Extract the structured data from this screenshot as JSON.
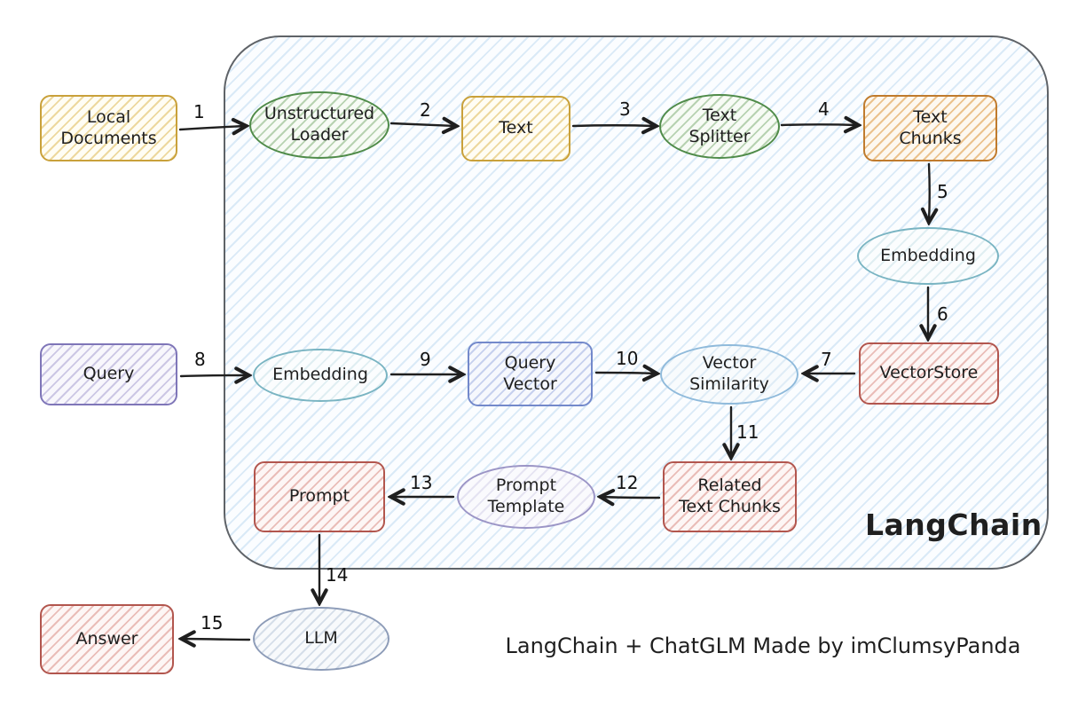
{
  "diagram": {
    "container_label": "LangChain",
    "caption": "LangChain + ChatGLM Made by imClumsyPanda"
  },
  "nodes": {
    "local_documents": {
      "label": "Local\nDocuments",
      "shape": "rect",
      "color": "#c9a13b"
    },
    "unstructured_loader": {
      "label": "Unstructured\nLoader",
      "shape": "ellipse",
      "color": "#4f8b49"
    },
    "text": {
      "label": "Text",
      "shape": "rect",
      "color": "#c9a13b"
    },
    "text_splitter": {
      "label": "Text\nSplitter",
      "shape": "ellipse",
      "color": "#4f8b49"
    },
    "text_chunks": {
      "label": "Text\nChunks",
      "shape": "rect",
      "color": "#c07b2d"
    },
    "embedding_store": {
      "label": "Embedding",
      "shape": "ellipse",
      "color": "#79b4c2"
    },
    "vector_store": {
      "label": "VectorStore",
      "shape": "rect",
      "color": "#b2564e"
    },
    "query": {
      "label": "Query",
      "shape": "rect",
      "color": "#7f76b8"
    },
    "embedding_query": {
      "label": "Embedding",
      "shape": "ellipse",
      "color": "#79b4c2"
    },
    "query_vector": {
      "label": "Query\nVector",
      "shape": "rect",
      "color": "#7389cb"
    },
    "vector_similarity": {
      "label": "Vector\nSimilarity",
      "shape": "ellipse",
      "color": "#8fbadb"
    },
    "related_text_chunks": {
      "label": "Related\nText Chunks",
      "shape": "rect",
      "color": "#b2564e"
    },
    "prompt_template": {
      "label": "Prompt\nTemplate",
      "shape": "ellipse",
      "color": "#9b95c6"
    },
    "prompt": {
      "label": "Prompt",
      "shape": "rect",
      "color": "#b2564e"
    },
    "llm": {
      "label": "LLM",
      "shape": "ellipse",
      "color": "#8d9cb8"
    },
    "answer": {
      "label": "Answer",
      "shape": "rect",
      "color": "#b2564e"
    }
  },
  "edges": {
    "e1": {
      "label": "1",
      "from": "Local Documents",
      "to": "Unstructured Loader"
    },
    "e2": {
      "label": "2",
      "from": "Unstructured Loader",
      "to": "Text"
    },
    "e3": {
      "label": "3",
      "from": "Text",
      "to": "Text Splitter"
    },
    "e4": {
      "label": "4",
      "from": "Text Splitter",
      "to": "Text Chunks"
    },
    "e5": {
      "label": "5",
      "from": "Text Chunks",
      "to": "Embedding"
    },
    "e6": {
      "label": "6",
      "from": "Embedding",
      "to": "VectorStore"
    },
    "e7": {
      "label": "7",
      "from": "VectorStore",
      "to": "Vector Similarity"
    },
    "e8": {
      "label": "8",
      "from": "Query",
      "to": "Embedding"
    },
    "e9": {
      "label": "9",
      "from": "Embedding",
      "to": "Query Vector"
    },
    "e10": {
      "label": "10",
      "from": "Query Vector",
      "to": "Vector Similarity"
    },
    "e11": {
      "label": "11",
      "from": "Vector Similarity",
      "to": "Related Text Chunks"
    },
    "e12": {
      "label": "12",
      "from": "Related Text Chunks",
      "to": "Prompt Template"
    },
    "e13": {
      "label": "13",
      "from": "Prompt Template",
      "to": "Prompt"
    },
    "e14": {
      "label": "14",
      "from": "Prompt",
      "to": "LLM"
    },
    "e15": {
      "label": "15",
      "from": "LLM",
      "to": "Answer"
    }
  },
  "colors": {
    "container_border": "#5f6368",
    "container_hatch": "#adcfec",
    "arrow": "#1f1f1f",
    "text": "#1f1f1f"
  }
}
